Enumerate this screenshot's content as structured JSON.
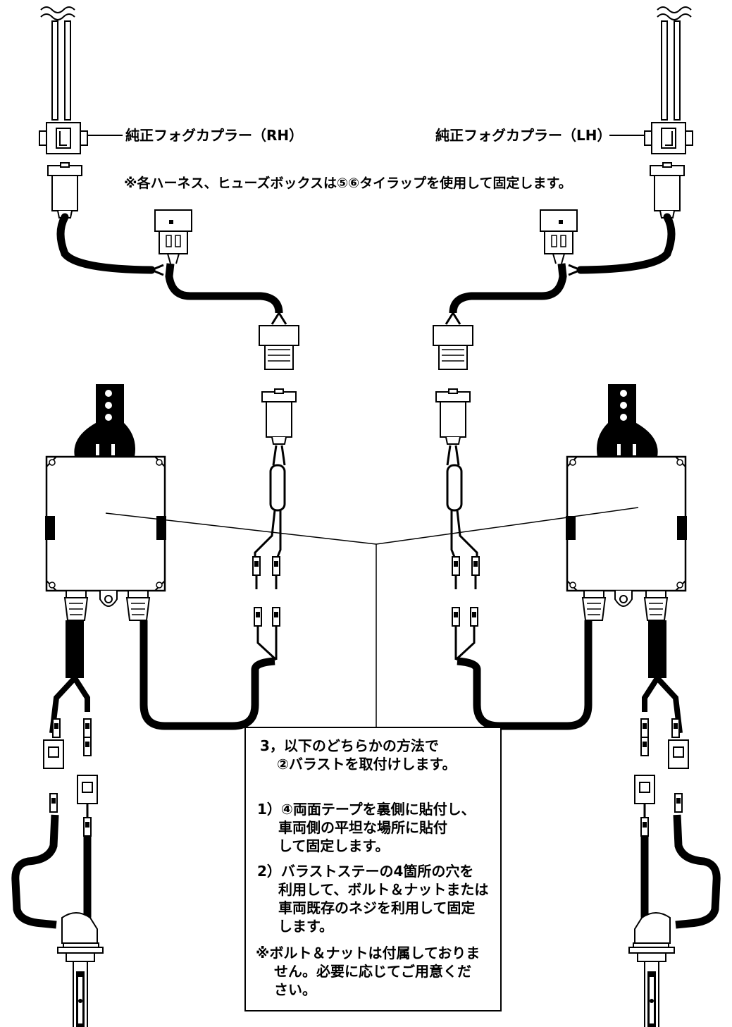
{
  "labels": {
    "coupler_rh": "純正フォグカプラー（RH）",
    "coupler_lh": "純正フォグカプラー（LH）",
    "note_top": "※各ハーネス、ヒューズボックスは⑤⑥タイラップを使用して固定します。"
  },
  "instructions": {
    "title_line1": "3，以下のどちらかの方法で",
    "title_line2": "②バラストを取付けします。",
    "item1_line1": "1）④両面テープを裏側に貼付し、",
    "item1_line2": "車両側の平坦な場所に貼付",
    "item1_line3": "して固定します。",
    "item2_line1": "2）バラストステーの4箇所の穴を",
    "item2_line2": "利用して、ボルト＆ナットまたは",
    "item2_line3": "車両既存のネジを利用して固定",
    "item2_line4": "します。",
    "note_line1": "※ボルト＆ナットは付属しておりま",
    "note_line2": "せん。必要に応じてご用意くだ",
    "note_line3": "さい。"
  },
  "colors": {
    "line": "#000000",
    "background": "#ffffff"
  },
  "icons": [
    "fog-coupler-icon",
    "ballast-icon",
    "bulb-icon",
    "connector-icon",
    "fuse-holder-icon"
  ]
}
